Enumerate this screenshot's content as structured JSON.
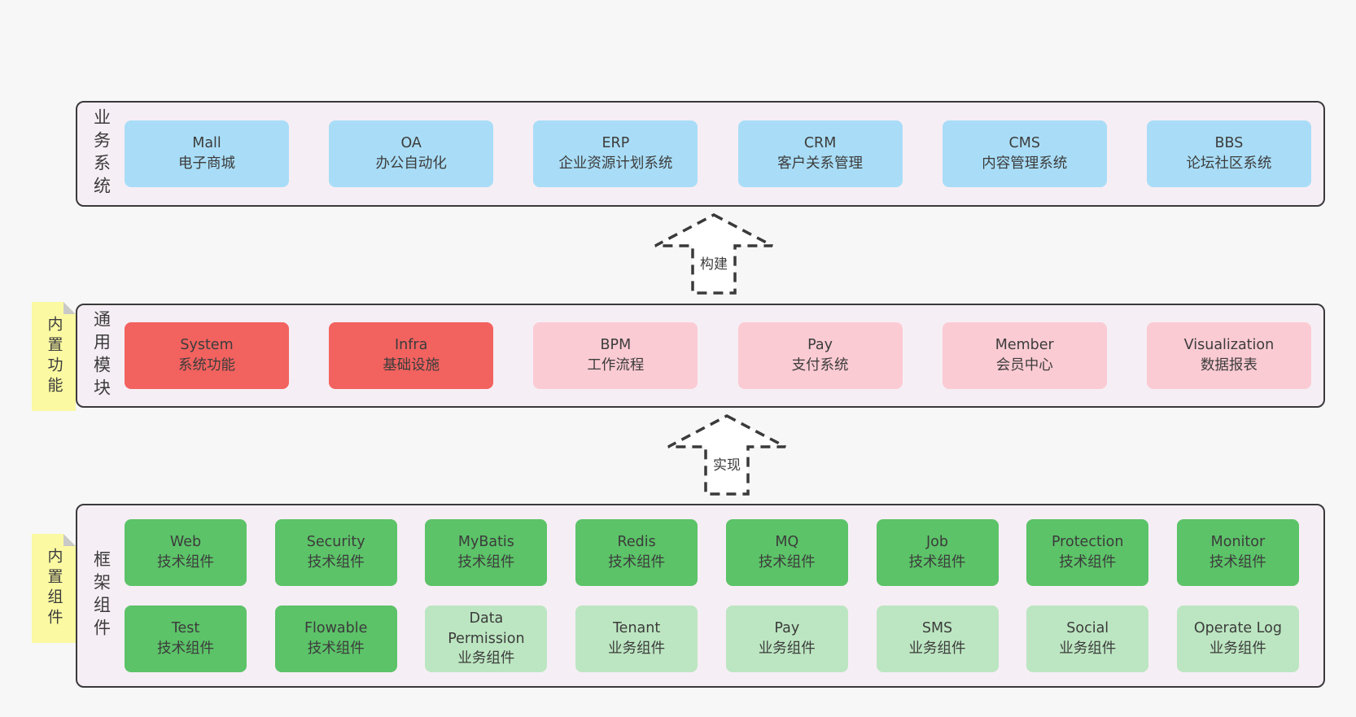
{
  "diagram": {
    "arrows": {
      "build": "构建",
      "implement": "实现"
    },
    "rows": [
      {
        "label": "业务系统",
        "boxes": [
          {
            "title": "Mall",
            "subtitle": "电子商城"
          },
          {
            "title": "OA",
            "subtitle": "办公自动化"
          },
          {
            "title": "ERP",
            "subtitle": "企业资源计划系统"
          },
          {
            "title": "CRM",
            "subtitle": "客户关系管理"
          },
          {
            "title": "CMS",
            "subtitle": "内容管理系统"
          },
          {
            "title": "BBS",
            "subtitle": "论坛社区系统"
          }
        ]
      },
      {
        "label": "通用模块",
        "sticky": "内置功能",
        "boxes": [
          {
            "title": "System",
            "subtitle": "系统功能"
          },
          {
            "title": "Infra",
            "subtitle": "基础设施"
          },
          {
            "title": "BPM",
            "subtitle": "工作流程"
          },
          {
            "title": "Pay",
            "subtitle": "支付系统"
          },
          {
            "title": "Member",
            "subtitle": "会员中心"
          },
          {
            "title": "Visualization",
            "subtitle": "数据报表"
          }
        ]
      },
      {
        "label": "框架组件",
        "sticky": "内置组件",
        "row1": [
          {
            "title": "Web",
            "subtitle": "技术组件"
          },
          {
            "title": "Security",
            "subtitle": "技术组件"
          },
          {
            "title": "MyBatis",
            "subtitle": "技术组件"
          },
          {
            "title": "Redis",
            "subtitle": "技术组件"
          },
          {
            "title": "MQ",
            "subtitle": "技术组件"
          },
          {
            "title": "Job",
            "subtitle": "技术组件"
          },
          {
            "title": "Protection",
            "subtitle": "技术组件"
          },
          {
            "title": "Monitor",
            "subtitle": "技术组件"
          }
        ],
        "row2": [
          {
            "title": "Test",
            "subtitle": "技术组件"
          },
          {
            "title": "Flowable",
            "subtitle": "技术组件"
          },
          {
            "title": "Data Permission",
            "subtitle": "业务组件"
          },
          {
            "title": "Tenant",
            "subtitle": "业务组件"
          },
          {
            "title": "Pay",
            "subtitle": "业务组件"
          },
          {
            "title": "SMS",
            "subtitle": "业务组件"
          },
          {
            "title": "Social",
            "subtitle": "业务组件"
          },
          {
            "title": "Operate Log",
            "subtitle": "业务组件"
          }
        ]
      }
    ],
    "colors": {
      "background": "#f7f7f7",
      "panel_fill": "#f6eef5",
      "panel_border": "#3a3a3a",
      "blue_box": "#a9ddf7",
      "red_box": "#f2625f",
      "pink_box": "#fbcbd3",
      "green_box": "#5cc368",
      "light_green_box": "#bce6c1",
      "sticky_yellow": "#fbf9a2",
      "sticky_fold": "#c9c9c9",
      "text": "#3c3c3c"
    }
  }
}
